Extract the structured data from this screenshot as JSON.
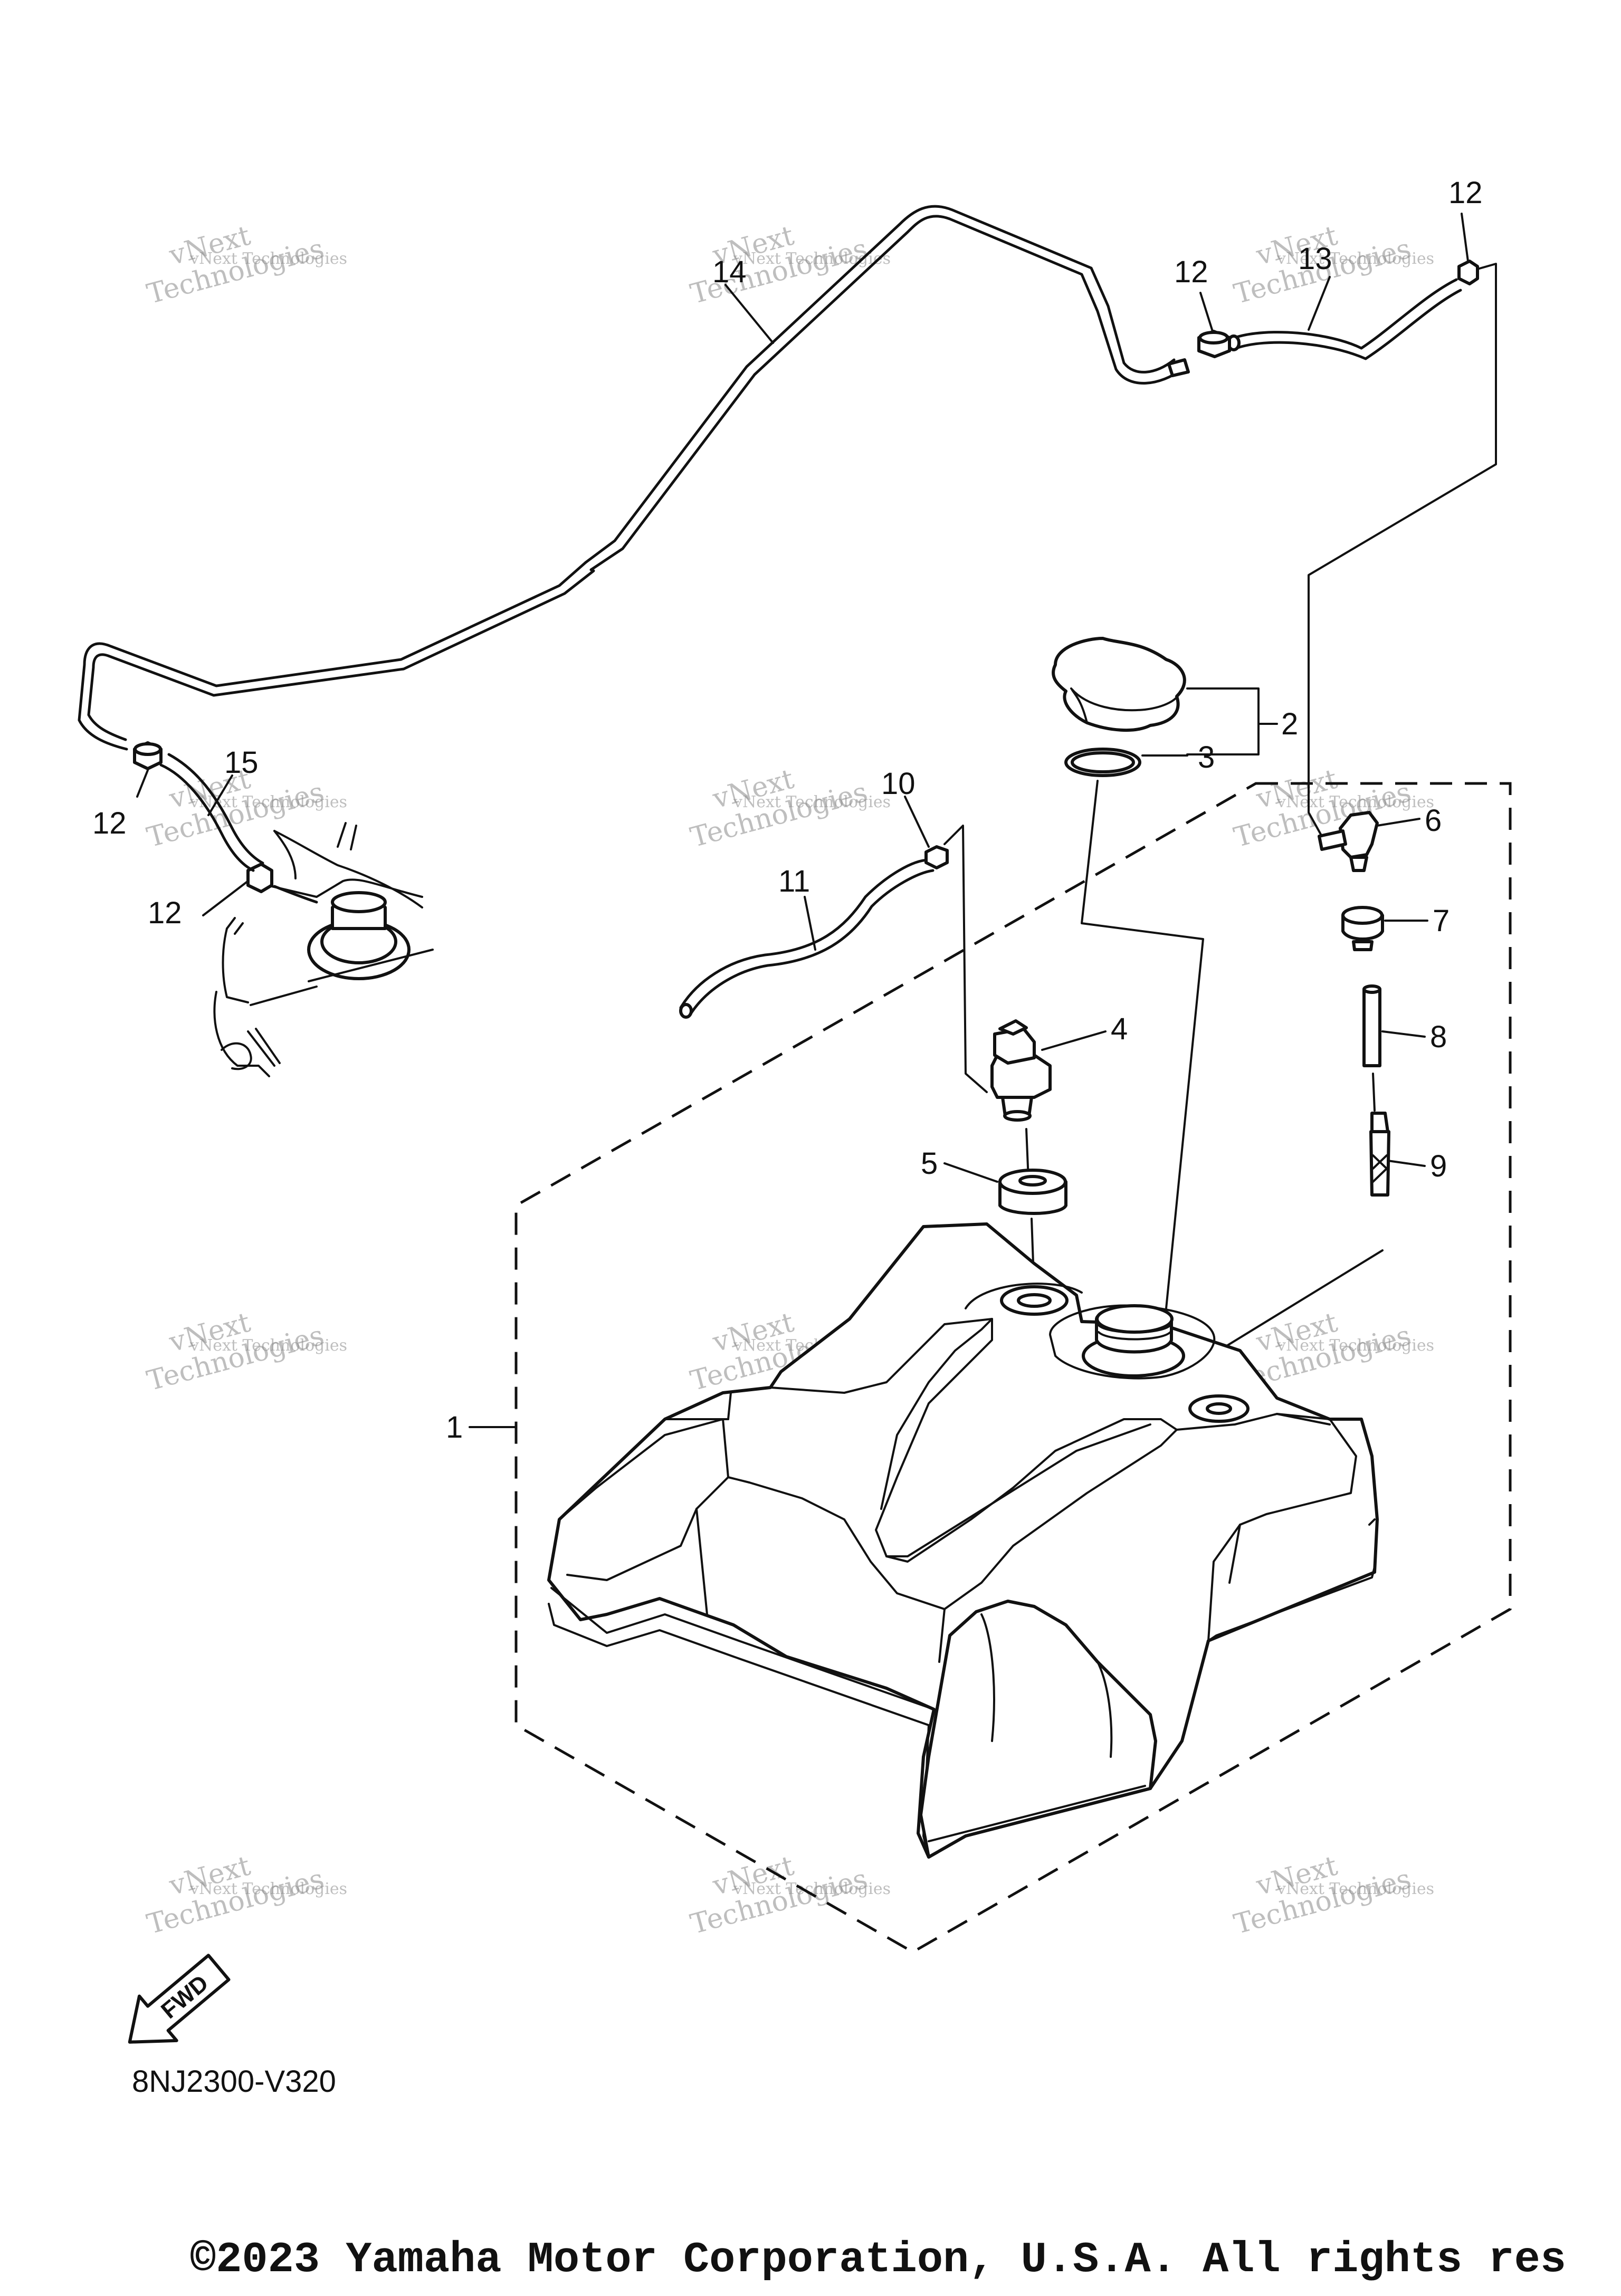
{
  "callouts": [
    {
      "id": "1",
      "text": "1"
    },
    {
      "id": "2",
      "text": "2"
    },
    {
      "id": "3",
      "text": "3"
    },
    {
      "id": "4",
      "text": "4"
    },
    {
      "id": "5",
      "text": "5"
    },
    {
      "id": "6",
      "text": "6"
    },
    {
      "id": "7",
      "text": "7"
    },
    {
      "id": "8",
      "text": "8"
    },
    {
      "id": "9",
      "text": "9"
    },
    {
      "id": "10",
      "text": "10"
    },
    {
      "id": "11",
      "text": "11"
    },
    {
      "id": "12a",
      "text": "12"
    },
    {
      "id": "12b",
      "text": "12"
    },
    {
      "id": "12c",
      "text": "12"
    },
    {
      "id": "12d",
      "text": "12"
    },
    {
      "id": "13",
      "text": "13"
    },
    {
      "id": "14",
      "text": "14"
    },
    {
      "id": "15",
      "text": "15"
    }
  ],
  "watermark": {
    "line1": "vNext Technologies",
    "line2": "vNext",
    "line3": "Technologies"
  },
  "fwd_label": "FWD",
  "diagram_code": "8NJ2300-V320",
  "copyright": "©2023 Yamaha Motor Corporation, U.S.A. All rights res"
}
